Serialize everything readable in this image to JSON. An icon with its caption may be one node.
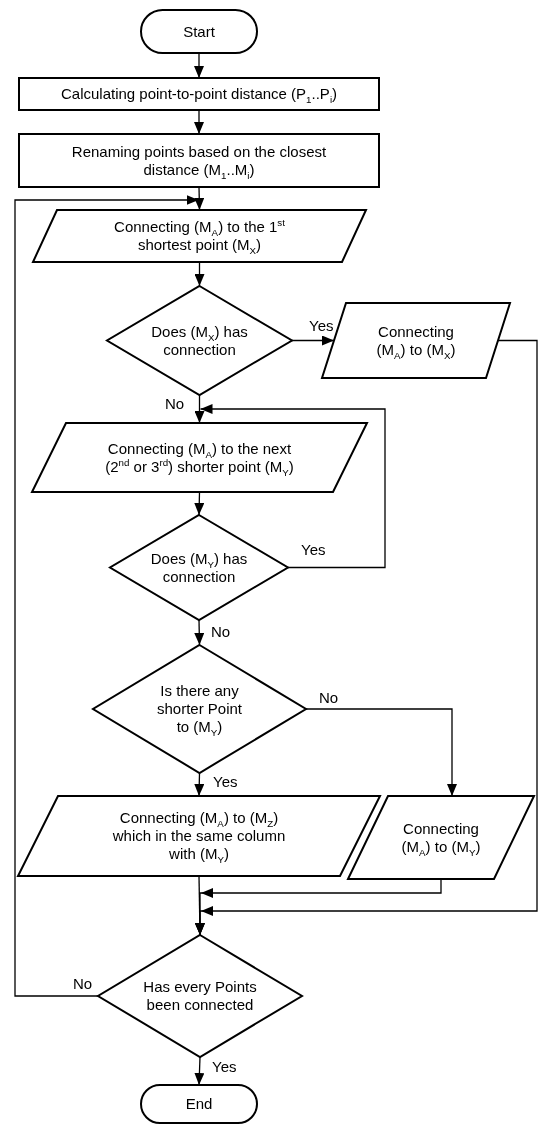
{
  "diagram": {
    "nodes": [
      {
        "text": [
          "Start"
        ]
      },
      {
        "text": [
          "Calculating point-to-point distance (P$_{1}$..P$_{i}$)"
        ]
      },
      {
        "text": [
          "Renaming points based on the closest distance (M$_{1}$..M$_{i}$)"
        ]
      },
      {
        "text": [
          "Connecting (M$_{A}$) to the 1$^{st}$ shortest point (M$_{X}$)"
        ]
      },
      {
        "text": [
          "Does (M$_{X}$) has connection"
        ]
      },
      {
        "text": [
          "Connecting (M$_{A}$) to (M$_{X}$)"
        ]
      },
      {
        "text": [
          "Connecting (M$_{A}$) to the next (2$^{nd}$ or 3$^{rd}$) shorter point (M$_{Y}$)"
        ]
      },
      {
        "text": [
          "Does (M$_{Y}$) has connection"
        ]
      },
      {
        "text": [
          "Is there any shorter Point to (M$_{Y}$)"
        ]
      },
      {
        "text": [
          "Connecting (M$_{A}$) to (M$_{Z}$) which in the same column with (M$_{Y}$)"
        ]
      },
      {
        "text": [
          "Connecting (M$_{A}$) to (M$_{Y}$)"
        ]
      },
      {
        "text": [
          "Has every Points been connected"
        ]
      },
      {
        "text": [
          "End"
        ]
      }
    ],
    "edges": [
      {
        "from": 0,
        "to": 1,
        "arrow": "to"
      },
      {
        "from": 1,
        "to": 2,
        "arrow": "to"
      },
      {
        "from": 2,
        "to": 3,
        "arrow": "to"
      },
      {
        "from": 3,
        "to": 4,
        "arrow": "to"
      },
      {
        "from": 4,
        "to": 5,
        "arrow": "to",
        "label": "Yes"
      },
      {
        "from": 4,
        "to": 6,
        "arrow": "to",
        "label": "No"
      },
      {
        "from": 5,
        "to": 11,
        "arrow": "to"
      },
      {
        "from": 6,
        "to": 7,
        "arrow": "to"
      },
      {
        "from": 7,
        "to": 6,
        "arrow": "to",
        "label": "Yes"
      },
      {
        "from": 7,
        "to": 8,
        "arrow": "to",
        "label": "No"
      },
      {
        "from": 8,
        "to": 9,
        "arrow": "to",
        "label": "Yes"
      },
      {
        "from": 8,
        "to": 10,
        "arrow": "to",
        "label": "No"
      },
      {
        "from": 9,
        "to": 11,
        "arrow": "to"
      },
      {
        "from": 10,
        "to": 11,
        "arrow": "to"
      },
      {
        "from": 11,
        "to": 3,
        "arrow": "to",
        "label": "No"
      },
      {
        "from": 11,
        "to": 12,
        "arrow": "to",
        "label": "Yes"
      }
    ]
  }
}
